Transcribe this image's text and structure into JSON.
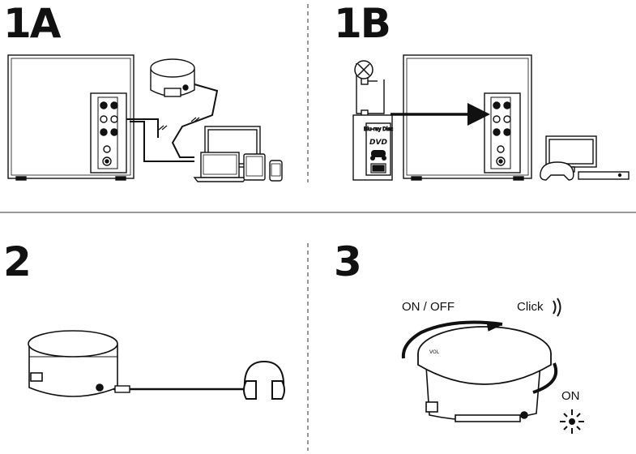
{
  "steps": {
    "s1a": "1A",
    "s1b": "1B",
    "s2": "2",
    "s3": "3"
  },
  "knob": {
    "brand": "VOL",
    "on_off_label": "ON / OFF",
    "click_label": "Click",
    "led_label": "ON"
  },
  "media_icons": {
    "bluray": "Blu-ray Disc",
    "dvd": "DVD"
  }
}
